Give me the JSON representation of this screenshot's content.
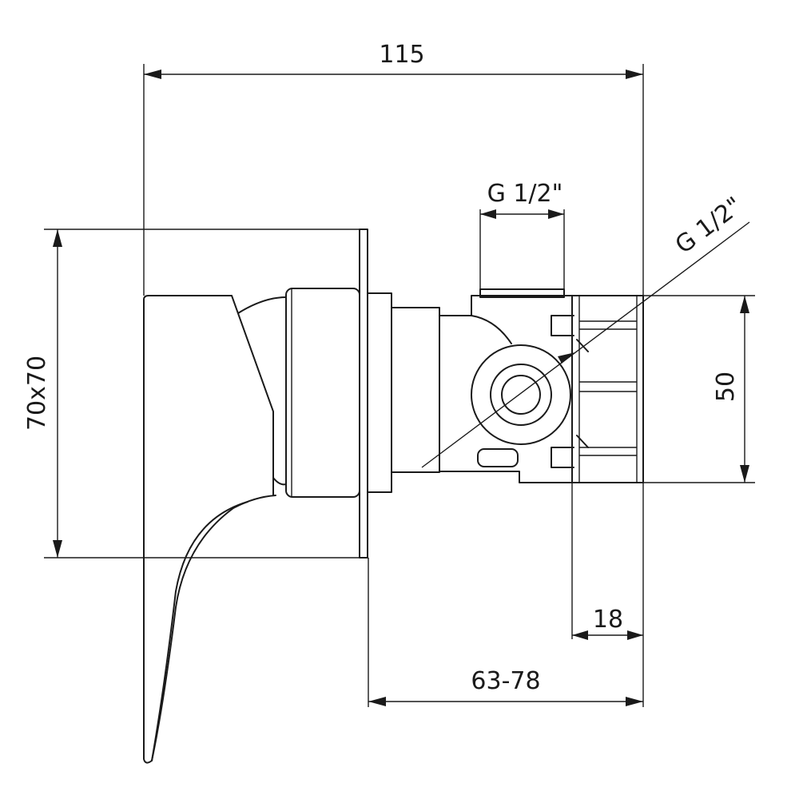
{
  "drawing": {
    "dimensions": {
      "overall_length": "115",
      "plate_size": "70x70",
      "thread_top": "G 1/2\"",
      "thread_side": "G 1/2\"",
      "body_height": "50",
      "box_depth": "18",
      "install_depth": "63-78"
    }
  }
}
